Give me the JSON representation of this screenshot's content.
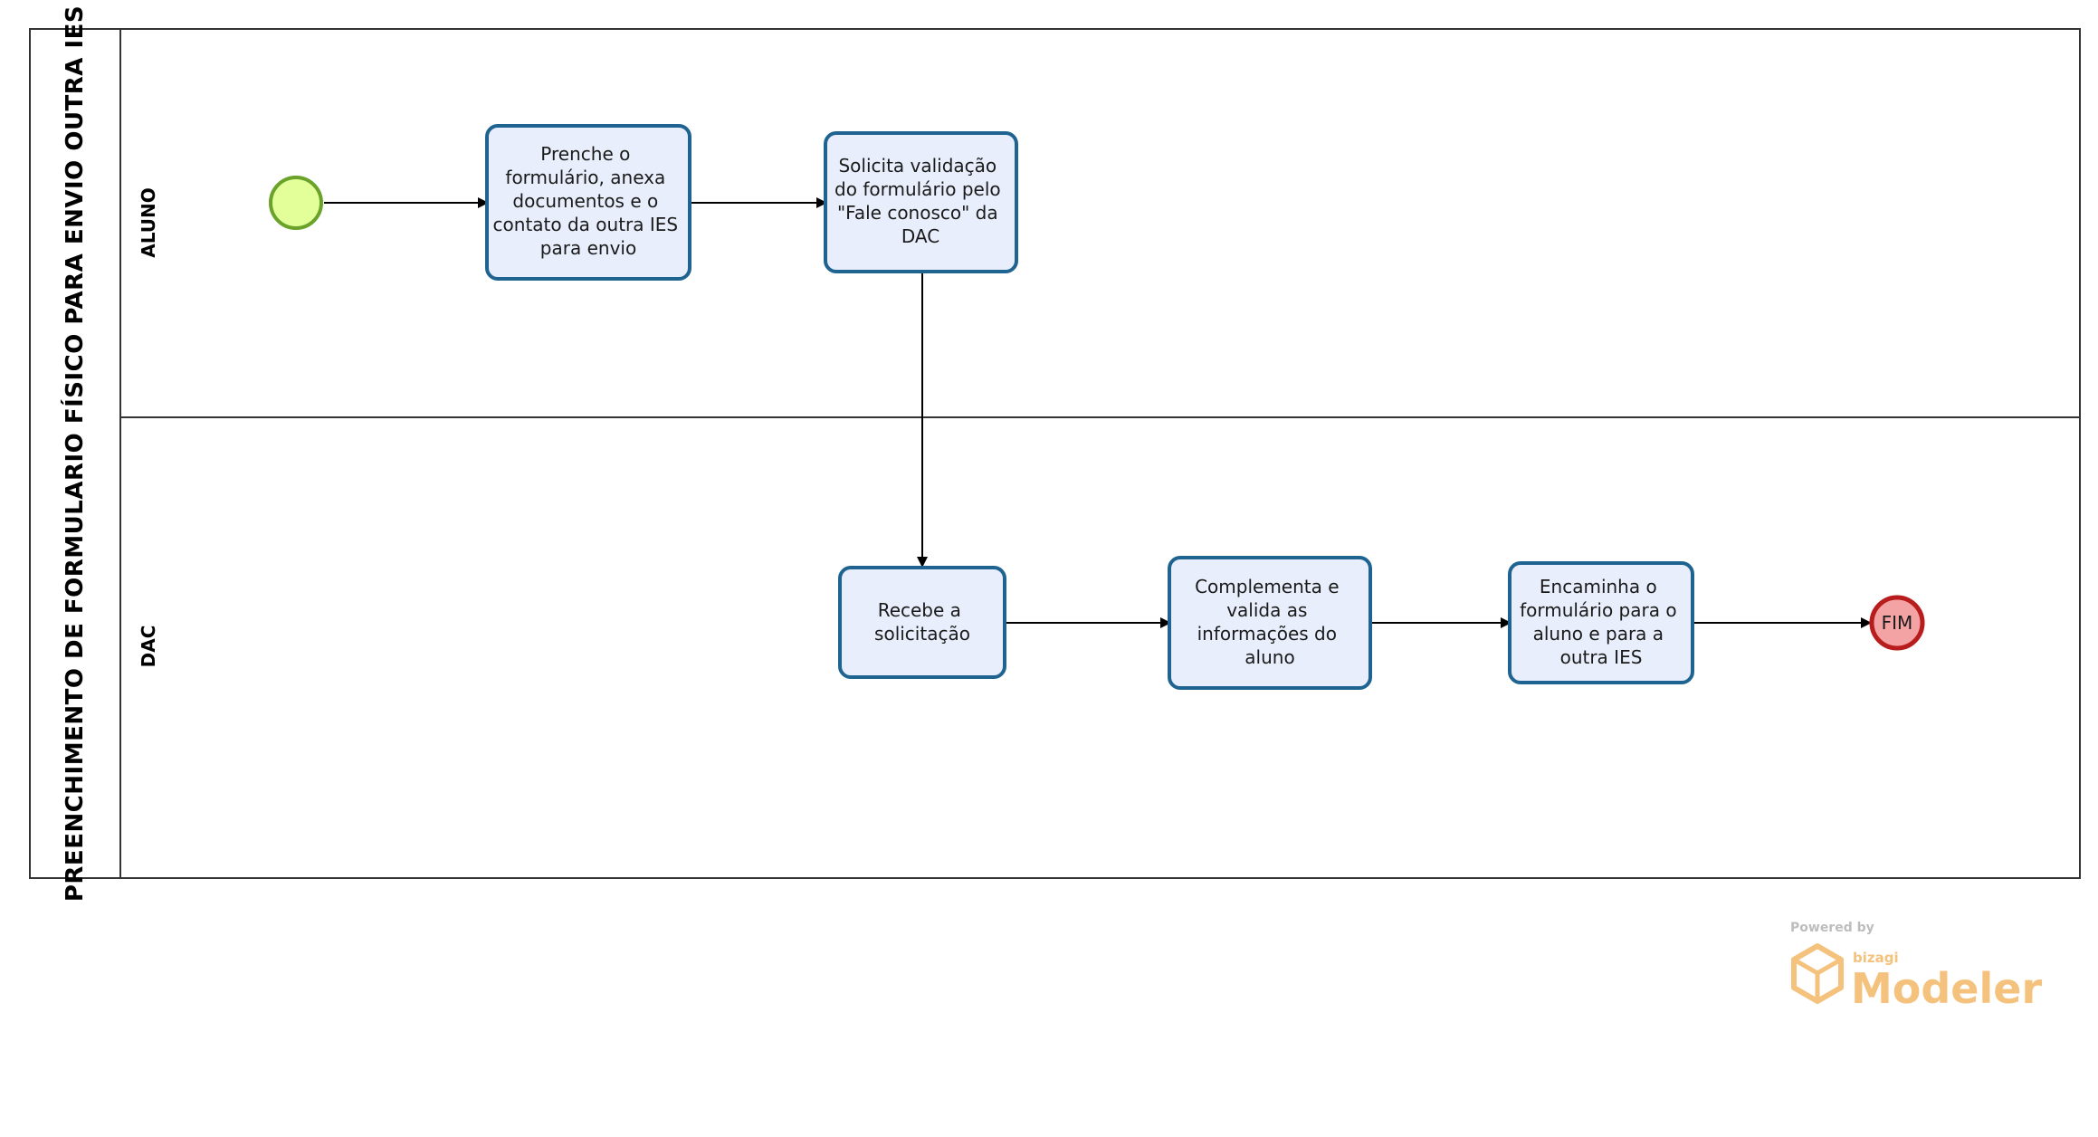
{
  "pool": {
    "title": "PREENCHIMENTO  DE  FORMULARIO  FÍSICO  PARA  ENVIO  OUTRA  IES"
  },
  "lanes": [
    {
      "id": "aluno",
      "label": "ALUNO"
    },
    {
      "id": "dac",
      "label": "DAC"
    }
  ],
  "tasks": [
    {
      "id": "t1",
      "lines": [
        "Prenche o",
        "formulário, anexa",
        "documentos e o",
        "contato da outra IES",
        "para envio"
      ]
    },
    {
      "id": "t2",
      "lines": [
        "Solicita validação",
        "do formulário pelo",
        "\"Fale conosco\" da",
        "DAC"
      ]
    },
    {
      "id": "t3",
      "lines": [
        "Recebe a",
        "solicitação"
      ]
    },
    {
      "id": "t4",
      "lines": [
        "Complementa e",
        "valida as",
        "informações  do",
        "aluno"
      ]
    },
    {
      "id": "t5",
      "lines": [
        "Encaminha o",
        "formulário para o",
        "aluno e para a",
        "outra IES"
      ]
    }
  ],
  "end_event": {
    "label": "FIM"
  },
  "colors": {
    "task_fill": "#e8eefb",
    "task_stroke": "#1f6391",
    "start_fill": "#e3ff9a",
    "start_stroke": "#6aa22a",
    "end_fill": "#f3a3a3",
    "end_stroke": "#b81c1c"
  },
  "watermark": {
    "powered": "Powered by",
    "brand": "bizagi",
    "product": "Modeler"
  }
}
